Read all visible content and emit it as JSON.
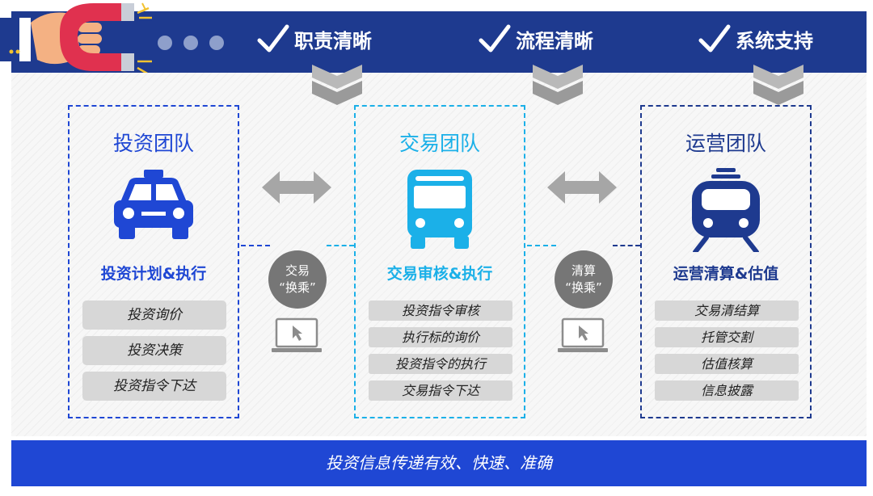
{
  "principles": [
    "职责清晰",
    "流程清晰",
    "系统支持"
  ],
  "teams": [
    {
      "title": "投资团队",
      "icon": "taxi-icon",
      "subtitle": "投资计划&执行",
      "items": [
        "投资询价",
        "投资决策",
        "投资指令下达"
      ]
    },
    {
      "title": "交易团队",
      "icon": "bus-icon",
      "subtitle": "交易审核&执行",
      "items": [
        "投资指令审核",
        "执行标的询价",
        "投资指令的执行",
        "交易指令下达"
      ]
    },
    {
      "title": "运营团队",
      "icon": "train-icon",
      "subtitle": "运营清算&估值",
      "items": [
        "交易清结算",
        "托管交割",
        "估值核算",
        "信息披露"
      ]
    }
  ],
  "transfers": [
    {
      "line1": "交易",
      "line2": "“换乘”"
    },
    {
      "line1": "清算",
      "line2": "“换乘”"
    }
  ],
  "footer": "投资信息传递有效、快速、准确",
  "colors": {
    "top_bar": "#1e3a8f",
    "invest": "#1f47d4",
    "trade": "#1bb0e8",
    "ops": "#1e3a8f",
    "footer": "#1f47d4",
    "badge": "#767676"
  }
}
